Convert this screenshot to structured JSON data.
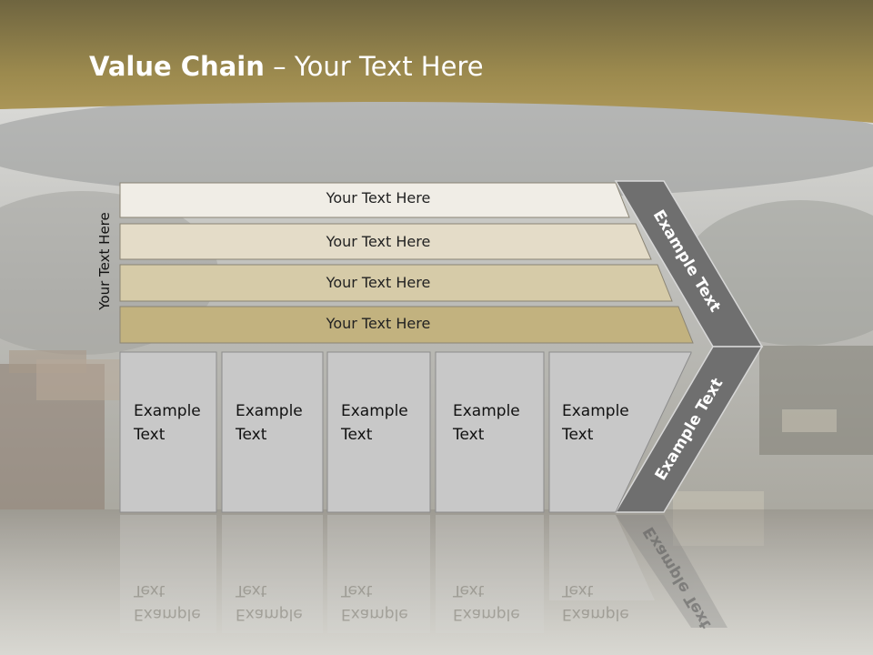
{
  "title": {
    "bold": "Value Chain",
    "rest": " – Your Text Here"
  },
  "side_label": "Your Text Here",
  "rows": [
    "Your Text Here",
    "Your Text Here",
    "Your Text Here",
    "Your Text Here"
  ],
  "boxes": [
    [
      "Example",
      "Text"
    ],
    [
      "Example",
      "Text"
    ],
    [
      "Example",
      "Text"
    ],
    [
      "Example",
      "Text"
    ],
    [
      "Example",
      "Text"
    ]
  ],
  "chevron": {
    "top_label": "Example Text",
    "bottom_label": "Example Text"
  },
  "colors": {
    "header_band": "#9c8a4e",
    "row_light": "#f0ede6",
    "row_mid": "#e4dcc8",
    "row_tan": "#d6cba8",
    "row_dark": "#c2b27f",
    "box_gray": "#c8c8c8",
    "chevron_gray": "#6f6f6f"
  }
}
